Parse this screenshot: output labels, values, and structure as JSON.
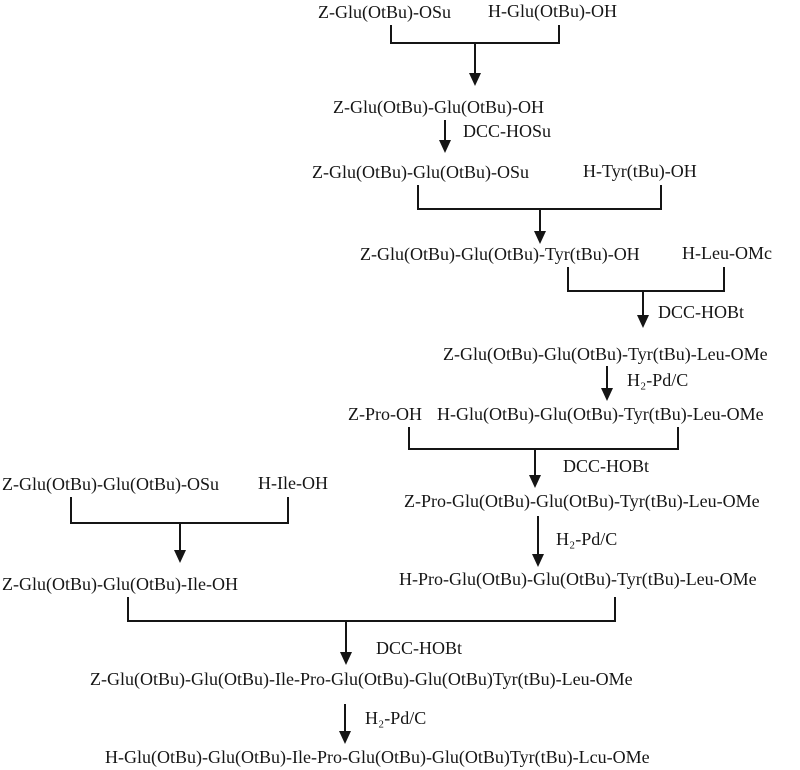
{
  "scheme": {
    "description": "Peptide fragment condensation synthesis scheme",
    "colors": {
      "ink": "#151515",
      "background": "#ffffff"
    },
    "compounds": {
      "c01": "Z-Glu(OtBu)-OSu",
      "c02": "H-Glu(OtBu)-OH",
      "c03": "Z-Glu(OtBu)-Glu(OtBu)-OH",
      "c04": "Z-Glu(OtBu)-Glu(OtBu)-OSu",
      "c05": "H-Tyr(tBu)-OH",
      "c06": "Z-Glu(OtBu)-Glu(OtBu)-Tyr(tBu)-OH",
      "c07": "H-Leu-OMc",
      "c08": "Z-Glu(OtBu)-Glu(OtBu)-Tyr(tBu)-Leu-OMe",
      "c09": "Z-Pro-OH",
      "c10": "H-Glu(OtBu)-Glu(OtBu)-Tyr(tBu)-Leu-OMe",
      "c11": "Z-Pro-Glu(OtBu)-Glu(OtBu)-Tyr(tBu)-Leu-OMe",
      "c12": "H-Pro-Glu(OtBu)-Glu(OtBu)-Tyr(tBu)-Leu-OMe",
      "c13": "Z-Glu(OtBu)-Glu(OtBu)-OSu",
      "c14": "H-Ile-OH",
      "c15": "Z-Glu(OtBu)-Glu(OtBu)-Ile-OH",
      "c16": "Z-Glu(OtBu)-Glu(OtBu)-Ile-Pro-Glu(OtBu)-Glu(OtBu)Tyr(tBu)-Leu-OMe",
      "c17": "H-Glu(OtBu)-Glu(OtBu)-Ile-Pro-Glu(OtBu)-Glu(OtBu)Tyr(tBu)-Lcu-OMe"
    },
    "reagents": {
      "r1": "DCC-HOSu",
      "r2": "DCC-HOBt",
      "r3": "H₂-Pd/C",
      "r4": "DCC-HOBt",
      "r5": "H₂-Pd/C",
      "r6": "DCC-HOBt",
      "r7": "H₂-Pd/C"
    }
  }
}
